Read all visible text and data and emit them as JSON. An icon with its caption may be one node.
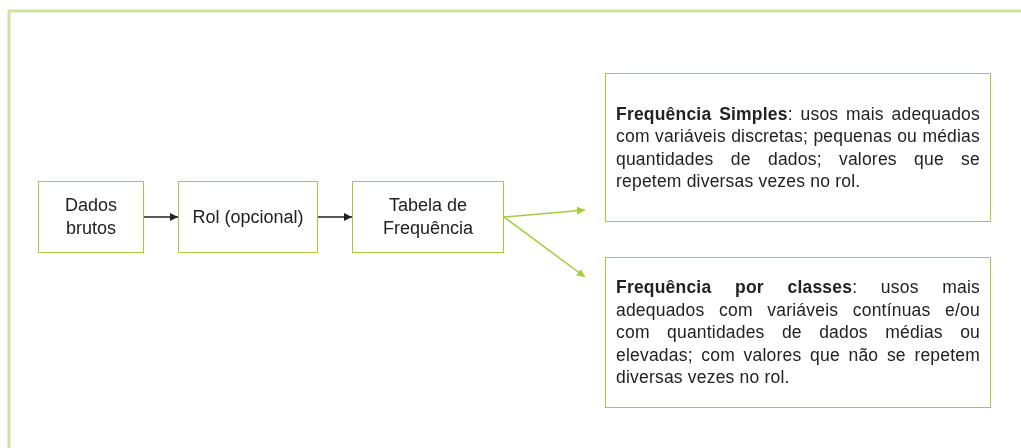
{
  "diagram": {
    "nodes": [
      {
        "text": [
          "Dados brutos"
        ]
      },
      {
        "text": [
          "Rol (opcional)"
        ]
      },
      {
        "text": [
          "Tabela de Frequência"
        ]
      },
      {
        "text": [
          "**Frequência Simples**: usos mais adequados com variáveis discretas; pequenas ou médias quantidades de dados; valores que se repetem diversas vezes no rol."
        ]
      },
      {
        "text": [
          "**Frequência por classes**: usos mais adequados com variáveis contínuas e/ou com quantidades de dados médias ou elevadas; com valores que não se repetem diversas vezes no rol."
        ]
      }
    ],
    "edges": [
      {
        "from": 0,
        "to": 1,
        "arrow": "to"
      },
      {
        "from": 1,
        "to": 2,
        "arrow": "to"
      },
      {
        "from": 2,
        "to": 3,
        "arrow": "to",
        "color": "#a3cc3f"
      },
      {
        "from": 2,
        "to": 4,
        "arrow": "to",
        "color": "#a3cc3f"
      }
    ]
  }
}
